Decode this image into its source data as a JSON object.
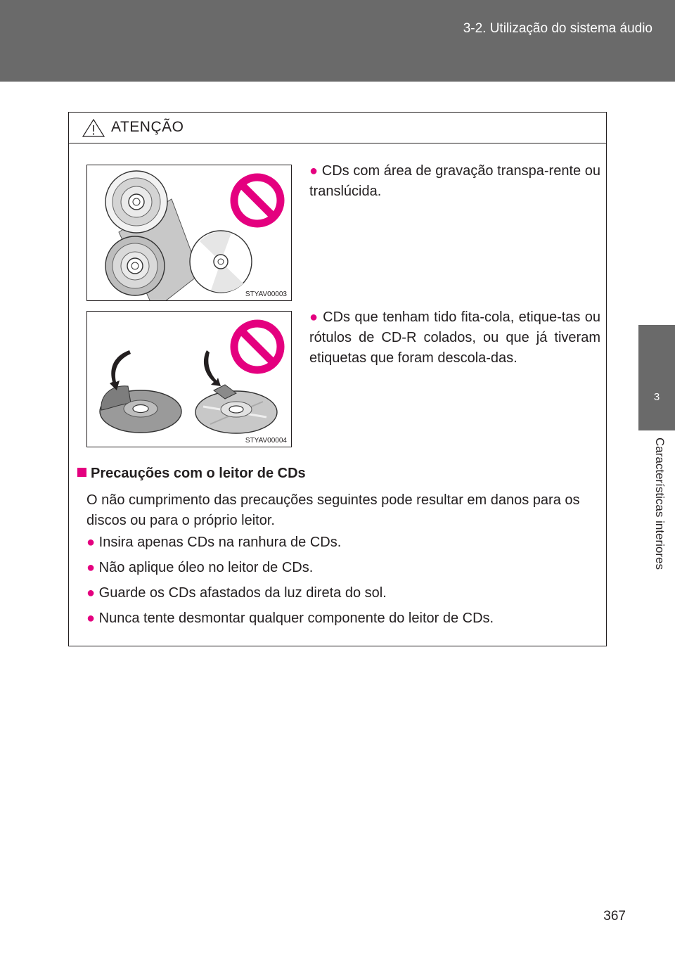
{
  "header": {
    "title": "3-2. Utilização do sistema áudio"
  },
  "side_tab": {
    "number": "3",
    "label": "Características interiores"
  },
  "page_number": "367",
  "warning": {
    "title": "ATENÇÃO",
    "items": [
      {
        "figure_code": "STYAV00003",
        "text": "CDs com área de gravação transpa-rente ou translúcida."
      },
      {
        "figure_code": "STYAV00004",
        "text": "CDs que tenham tido fita-cola, etique-tas ou rótulos de CD-R colados, ou que já tiveram etiquetas que foram descola-das."
      }
    ],
    "section_title": "Precauções com o leitor de CDs",
    "section_intro": "O não cumprimento das precauções seguintes pode resultar em danos para os discos ou para o próprio leitor.",
    "bullets": [
      "Insira apenas CDs na ranhura de CDs.",
      "Não aplique óleo no leitor de CDs.",
      "Guarde os CDs afastados da luz direta do sol.",
      "Nunca tente desmontar qualquer componente do leitor de CDs."
    ]
  },
  "colors": {
    "accent": "#e4007f",
    "header": "#6a6a6a"
  }
}
